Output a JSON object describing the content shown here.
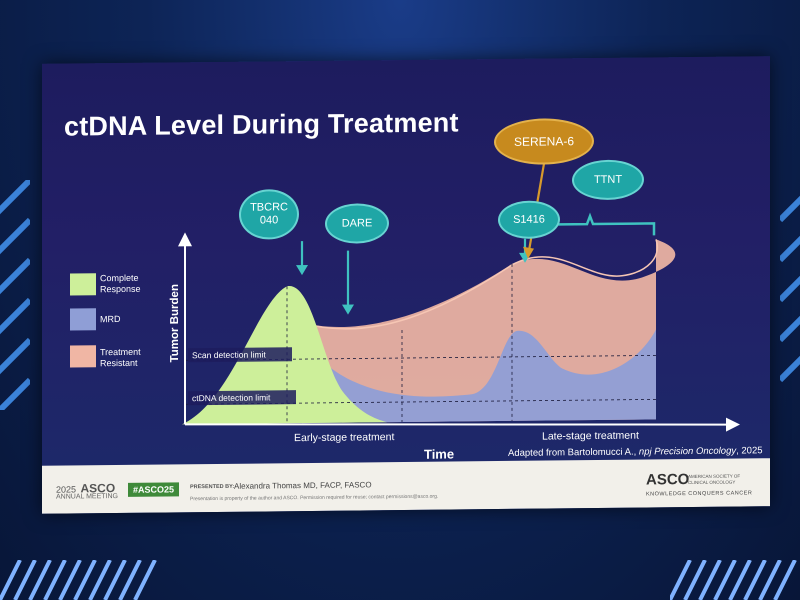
{
  "slide": {
    "title": "ctDNA Level During Treatment",
    "legend": [
      {
        "label": "Complete Response",
        "color": "#cdef9a"
      },
      {
        "label": "MRD",
        "color": "#8f9ed6"
      },
      {
        "label": "Treatment Resistant",
        "color": "#f0b6a4"
      }
    ],
    "callouts": {
      "tbcrc": "TBCRC 040",
      "dare": "DARE",
      "s1416": "S1416",
      "serena": "SERENA-6",
      "ttnt": "TTNT"
    },
    "y_axis_label": "Tumor Burden",
    "x_axis_label": "Time",
    "scan_limit_label": "Scan detection limit",
    "ctdna_limit_label": "ctDNA detection limit",
    "early_stage_label": "Early-stage treatment",
    "late_stage_label": "Late-stage treatment",
    "citation_prefix": "Adapted from Bartolomucci A., ",
    "citation_journal": "npj Precision Oncology",
    "citation_suffix": ", 2025"
  },
  "footer": {
    "meeting_year": "2025",
    "meeting_brand": "ASCO",
    "meeting_sub": "ANNUAL MEETING",
    "hashtag": "#ASCO25",
    "presented_by_label": "PRESENTED BY:",
    "presenter": "Alexandra Thomas MD, FACP, FASCO",
    "notice": "Presentation is property of the author and ASCO. Permission required for reuse; contact permissions@asco.org.",
    "asco_logo": "ASCO",
    "asco_name": "AMERICAN SOCIETY OF CLINICAL ONCOLOGY",
    "tagline": "KNOWLEDGE CONQUERS CANCER"
  },
  "colors": {
    "teal": "#1fa6a6",
    "gold": "#c78a1e",
    "slide_bg": "#1d1c5e"
  }
}
